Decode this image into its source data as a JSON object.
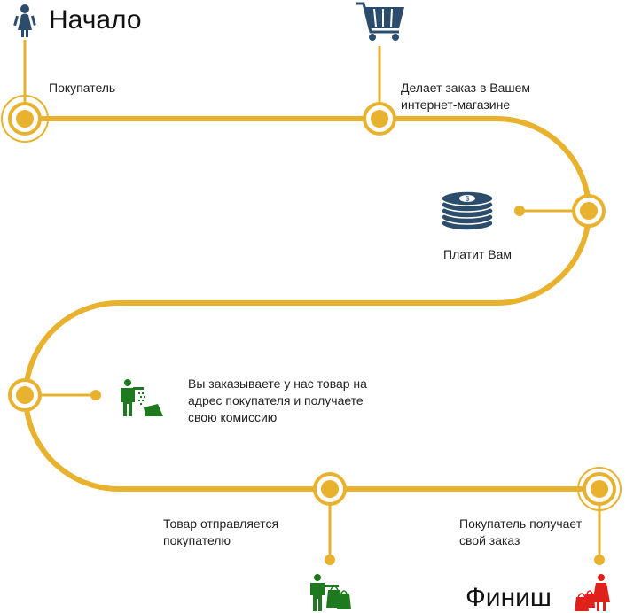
{
  "start": {
    "label": "Начало"
  },
  "finish": {
    "label": "Финиш"
  },
  "steps": [
    {
      "text": "Покупатель",
      "icon": "woman-icon"
    },
    {
      "text": "Делает заказ в Вашем интернет-магазине",
      "icon": "shopping-cart-icon"
    },
    {
      "text": "Платит Вам",
      "icon": "coin-stack-icon"
    },
    {
      "text": "Вы заказываете у нас товар на адрес покупателя и получаете свою комиссию",
      "icon": "worker-with-box-icon"
    },
    {
      "text": "Товар отправляется покупателю",
      "icon": "man-with-bags-icon"
    },
    {
      "text": "Покупатель получает свой заказ",
      "icon": "woman-with-bags-icon"
    }
  ],
  "colors": {
    "path": "#E9B22E",
    "icon_blue": "#2C4C6B",
    "icon_green": "#1F7A1F",
    "icon_red": "#E0211B"
  }
}
